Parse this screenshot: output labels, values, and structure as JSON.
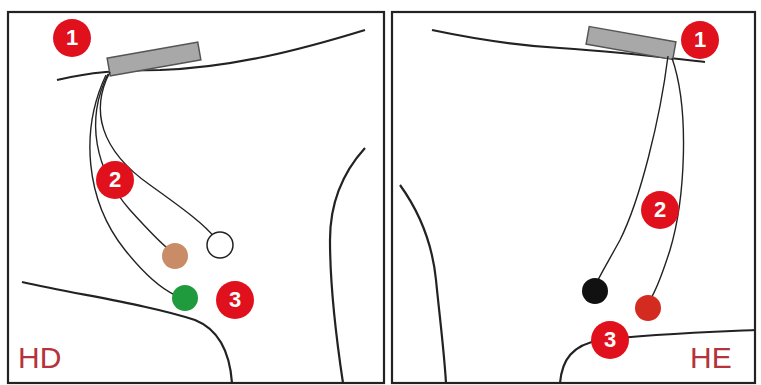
{
  "diagram": {
    "labels": [
      "1",
      "2",
      "3",
      "HD",
      "1",
      "2",
      "3",
      "HE"
    ]
  }
}
